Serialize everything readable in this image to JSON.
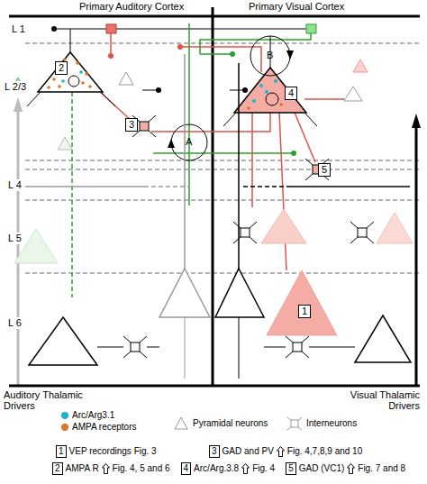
{
  "diagram": {
    "nodes": [
      {
        "text": [
          "Primary Auditory Cortex"
        ]
      },
      {
        "text": [
          "Primary Visual Cortex"
        ]
      },
      {
        "text": [
          "2"
        ],
        "in": 0
      },
      {
        "text": [
          "3"
        ],
        "in": 0
      },
      {
        "text": [
          "4"
        ],
        "in": 1
      },
      {
        "text": [
          "5"
        ],
        "in": 1
      },
      {
        "text": [
          "1"
        ],
        "in": 1
      },
      {
        "text": [
          "1"
        ]
      },
      {
        "text": [
          "2"
        ]
      },
      {
        "text": [
          "3"
        ]
      },
      {
        "text": [
          "4"
        ]
      },
      {
        "text": [
          "5"
        ]
      }
    ],
    "labels": [
      "L 1",
      "L 2/3",
      "L 4",
      "L 5",
      "L 6",
      "A",
      "B",
      "Auditory Thalamic Drivers",
      "Visual Thalamic Drivers",
      "VEP recordings Fig. 3",
      "AMPA R",
      "Fig. 4, 5 and 6",
      "GAD and PV",
      "Fig. 4,7,8,9 and 10",
      "Arc/Arg.3.8",
      "Fig. 4",
      "GAD (VC1)",
      "Fig. 7 and 8"
    ],
    "legend": [
      {
        "text": "Arc/Arg3.1",
        "color": "#1db5c9"
      },
      {
        "text": "AMPA receptors",
        "color": "#d9772a"
      },
      {
        "text": "Pyramidal neurons"
      },
      {
        "text": "Interneurons"
      }
    ]
  }
}
